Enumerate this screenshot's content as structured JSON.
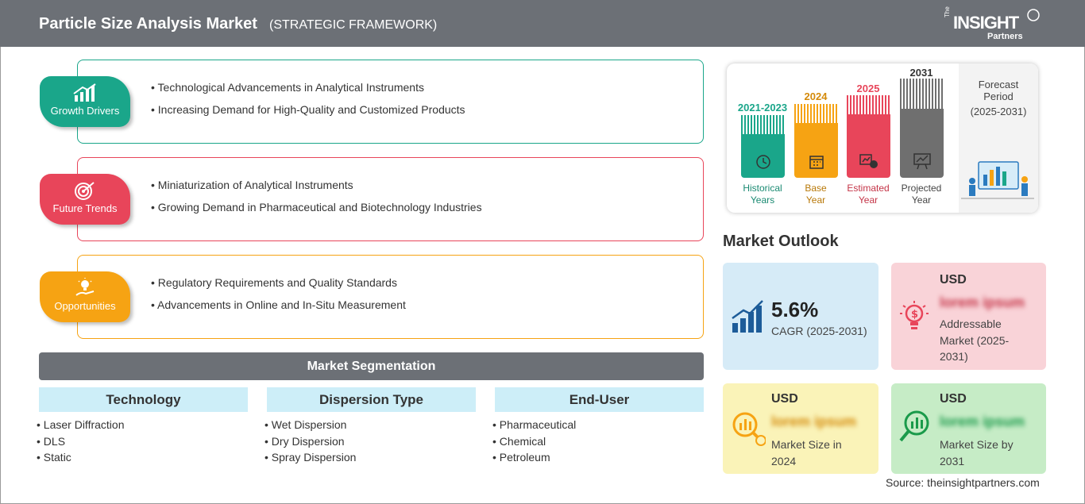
{
  "header": {
    "title": "Particle Size Analysis Market",
    "subtitle": "(STRATEGIC FRAMEWORK)"
  },
  "logo": {
    "the": "The",
    "insight": "INSIGHT",
    "partners": "Partners"
  },
  "framework": [
    {
      "label": "Growth Drivers",
      "color": "#1aa68a",
      "icon": "growth-chart-icon",
      "points": [
        "Technological Advancements in Analytical Instruments",
        "Increasing Demand for High-Quality and Customized Products"
      ]
    },
    {
      "label": "Future Trends",
      "color": "#e8455a",
      "icon": "target-icon",
      "points": [
        "Miniaturization of Analytical Instruments",
        "Growing Demand in Pharmaceutical and Biotechnology Industries"
      ]
    },
    {
      "label": "Opportunities",
      "color": "#f6a313",
      "icon": "lightbulb-hand-icon",
      "points": [
        "Regulatory Requirements and Quality Standards",
        "Advancements in Online and In-Situ Measurement"
      ]
    }
  ],
  "segmentation": {
    "title": "Market Segmentation",
    "columns": [
      {
        "heading": "Technology",
        "items": [
          "Laser Diffraction",
          "DLS",
          "Static"
        ]
      },
      {
        "heading": "Dispersion Type",
        "items": [
          "Wet Dispersion",
          "Dry Dispersion",
          "Spray Dispersion"
        ]
      },
      {
        "heading": "End-User",
        "items": [
          "Pharmaceutical",
          "Chemical",
          "Petroleum"
        ]
      }
    ]
  },
  "timeline": {
    "periods": [
      {
        "year": "2021-2023",
        "label1": "Historical",
        "label2": "Years",
        "color": "#1aa68a",
        "icon": "history-icon"
      },
      {
        "year": "2024",
        "label1": "Base",
        "label2": "Year",
        "color": "#f6a313",
        "icon": "calendar-icon"
      },
      {
        "year": "2025",
        "label1": "Estimated",
        "label2": "Year",
        "color": "#e8455a",
        "icon": "estimate-icon"
      },
      {
        "year": "2031",
        "label1": "Projected",
        "label2": "Year",
        "color": "#6f6f6f",
        "icon": "projection-board-icon"
      }
    ],
    "forecast_l1": "Forecast",
    "forecast_l2": "Period",
    "forecast_l3": "(2025-2031)"
  },
  "outlook": {
    "title": "Market Outlook",
    "cagr": {
      "value": "5.6%",
      "label": "CAGR (2025-2031)",
      "bg": "#d6ebf7"
    },
    "addressable": {
      "currency": "USD",
      "value": "lorem ipsum",
      "l1": "Addressable",
      "l2": "Market (2025-",
      "l3": "2031)",
      "bg": "#f9d3d8"
    },
    "size2024": {
      "currency": "USD",
      "value": "lorem ipsum",
      "l1": "Market Size in",
      "l2": "2024",
      "bg": "#faf3b8"
    },
    "size2031": {
      "currency": "USD",
      "value": "lorem ipsum",
      "l1": "Market Size by",
      "l2": "2031",
      "bg": "#c6ecc6"
    }
  },
  "source": "Source: theinsightpartners.com"
}
